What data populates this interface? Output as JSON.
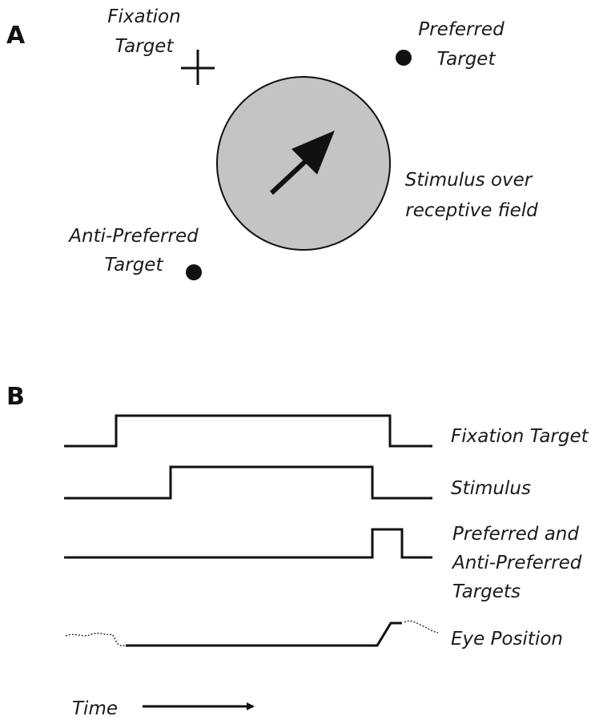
{
  "panel_a": {
    "label": "A",
    "fixation_target_label": [
      "Fixation",
      "Target"
    ],
    "preferred_target_label": [
      "Preferred",
      "Target"
    ],
    "anti_preferred_target_label": [
      "Anti-Preferred",
      "Target"
    ],
    "stimulus_label": [
      "Stimulus over",
      "receptive field"
    ],
    "colors": {
      "stimulus_fill": "#c4c4c4",
      "stroke": "#111111"
    }
  },
  "panel_b": {
    "label": "B",
    "traces": [
      {
        "label": [
          "Fixation Target"
        ]
      },
      {
        "label": [
          "Stimulus"
        ]
      },
      {
        "label": [
          "Preferred and",
          "Anti-Preferred",
          "Targets"
        ]
      },
      {
        "label": [
          "Eye Position"
        ]
      }
    ],
    "time_label": "Time"
  }
}
